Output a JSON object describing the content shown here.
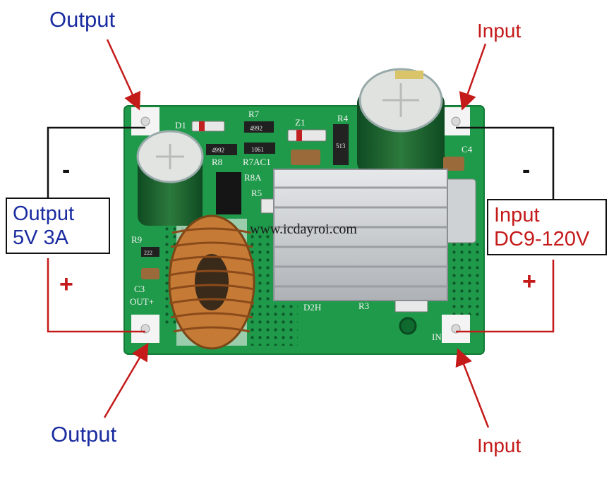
{
  "labels": {
    "output_top": "Output",
    "input_top": "Input",
    "output_bottom": "Output",
    "input_bottom": "Input"
  },
  "boxes": {
    "output_line1": "Output",
    "output_line2": "5V 3A",
    "input_line1": "Input",
    "input_line2": "DC9-120V"
  },
  "polarity": {
    "left_minus": "-",
    "left_plus": "+",
    "right_minus": "-",
    "right_plus": "+"
  },
  "silkscreen": {
    "r7": "R7",
    "z1": "Z1",
    "r4": "R4",
    "d1": "D1",
    "r8": "R8",
    "r7ac1": "R7AC1",
    "r8a": "R8A",
    "r5": "R5",
    "c4": "C4",
    "r9": "R9",
    "c3": "C3",
    "out_plus": "OUT+",
    "in_plus": "IN+",
    "r3": "R3",
    "d2h": "D2H",
    "res_code_1": "4992",
    "res_code_2": "4992",
    "res_code_3": "1061",
    "res_code_4": "222",
    "cap_code": "513"
  },
  "watermark": "www.icdayroi.com",
  "colors": {
    "label_blue": "#1a2ca0",
    "annotation_red": "#c41a1a",
    "pcb_green": "#1f9a4a",
    "heatsink": "#c9ccd0",
    "copper": "#c57a36"
  }
}
